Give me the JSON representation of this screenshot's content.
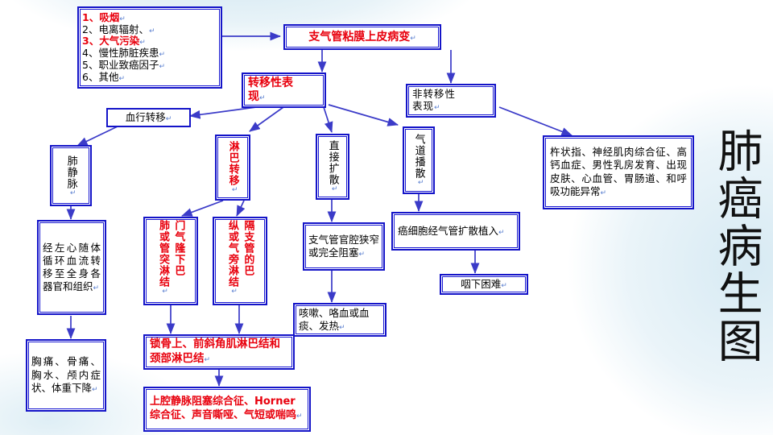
{
  "document": {
    "title": "肺癌病生图",
    "accent_box_border": "#1414c8",
    "accent_text_red": "#e8000d",
    "arrow_color": "#3b3bc8",
    "background": "#ffffff"
  },
  "nodes": {
    "causes": {
      "name": "risk-factors",
      "items": [
        {
          "num": "1、",
          "text": "吸烟",
          "red": true
        },
        {
          "num": "2、",
          "text": "电离辐射、",
          "red": false
        },
        {
          "num": "3、",
          "text": "大气污染",
          "red": true
        },
        {
          "num": "4、",
          "text": "慢性肺脏疾患",
          "red": false
        },
        {
          "num": "5、",
          "text": "职业致癌因子",
          "red": false
        },
        {
          "num": "6、",
          "text": "其他",
          "red": false
        }
      ]
    },
    "bronchial_lesion": "支气管粘膜上皮病变",
    "metastatic": "转移性表\n现",
    "non_metastatic": "非转移性\n表现",
    "hematogenous": "血行转移",
    "pulmonary_vein": "肺静脉",
    "lymphatic": "淋巴转移",
    "direct_spread": "直接扩散",
    "airway_spread": "气道播散",
    "systemic_circulation": "经左心随体循环血流转移至全身各器官和组织",
    "systemic_symptoms": "胸痛、骨痛、胸水、颅内症状、体重下降",
    "hilar_nodes_col_right": "门气隆下巴",
    "hilar_nodes_col_left": "肺或管突淋结",
    "hilar_nodes_full": "肺门或气管隆突下淋巴结",
    "mediastinal_nodes_col_right": "隔支管的巴",
    "mediastinal_nodes_col_left": "纵或气旁淋结",
    "mediastinal_nodes_full": "纵隔或支气管旁的淋巴结",
    "airway_obstruction": "支气管官腔狭窄或完全阻塞",
    "cough_symptoms": "咳嗽、咯血或血痰、发热",
    "cancer_cell_implant": "癌细胞经气管扩散植入",
    "dysphagia": "咽下困难",
    "paraneoplastic": "杵状指、神经肌肉综合征、高钙血症、男性乳房发育、出现皮肤、心血管、胃肠道、和呼吸功能异常",
    "supraclavicular_nodes": "锁骨上、前斜角肌淋巴结和颈部淋巴结",
    "svc_syndrome": "上腔静脉阻塞综合征、Horner 综合征、声音嘶哑、气短或喘鸣"
  }
}
